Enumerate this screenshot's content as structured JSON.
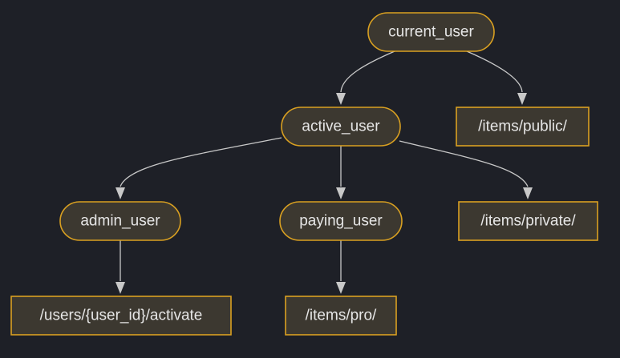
{
  "diagram": {
    "nodes": [
      {
        "id": "current_user",
        "label": "current_user",
        "shape": "rounded"
      },
      {
        "id": "active_user",
        "label": "active_user",
        "shape": "rounded"
      },
      {
        "id": "items_public",
        "label": "/items/public/",
        "shape": "rect"
      },
      {
        "id": "admin_user",
        "label": "admin_user",
        "shape": "rounded"
      },
      {
        "id": "paying_user",
        "label": "paying_user",
        "shape": "rounded"
      },
      {
        "id": "items_private",
        "label": "/items/private/",
        "shape": "rect"
      },
      {
        "id": "users_activate",
        "label": "/users/{user_id}/activate",
        "shape": "rect"
      },
      {
        "id": "items_pro",
        "label": "/items/pro/",
        "shape": "rect"
      }
    ],
    "edges": [
      {
        "from": "current_user",
        "to": "active_user"
      },
      {
        "from": "current_user",
        "to": "items_public"
      },
      {
        "from": "active_user",
        "to": "admin_user"
      },
      {
        "from": "active_user",
        "to": "paying_user"
      },
      {
        "from": "active_user",
        "to": "items_private"
      },
      {
        "from": "admin_user",
        "to": "users_activate"
      },
      {
        "from": "paying_user",
        "to": "items_pro"
      }
    ],
    "colors": {
      "background": "#1e2027",
      "node_fill": "#3c3830",
      "node_border": "#d9a021",
      "edge": "#c8c8c8",
      "text": "#e6e6e6"
    }
  }
}
